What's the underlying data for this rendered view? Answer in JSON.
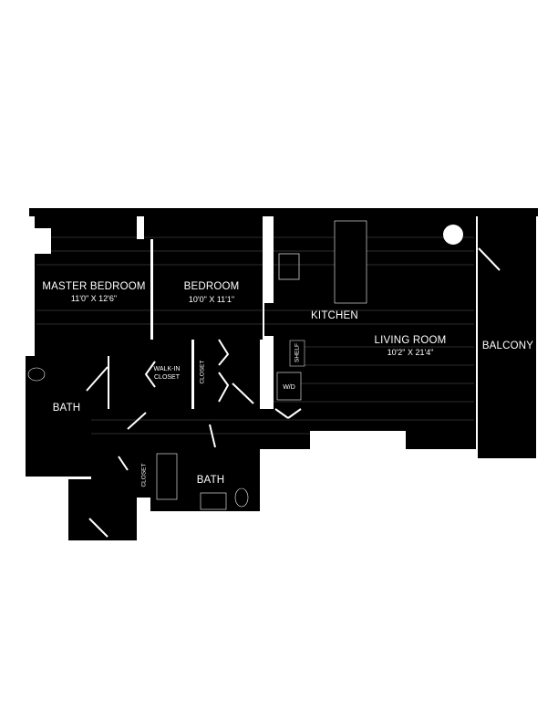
{
  "plan": {
    "rooms": {
      "master_bedroom": {
        "name": "MASTER BEDROOM",
        "size": "11'0\" X 12'6\""
      },
      "bedroom": {
        "name": "BEDROOM",
        "size": "10'0\" X 11'1\""
      },
      "kitchen": {
        "name": "KITCHEN"
      },
      "living_room": {
        "name": "LIVING ROOM",
        "size": "10'2\" X 21'4\""
      },
      "balcony": {
        "name": "BALCONY"
      },
      "bath_master": {
        "name": "BATH"
      },
      "bath_hall": {
        "name": "BATH"
      },
      "walk_in_closet": {
        "name_line1": "WALK-IN",
        "name_line2": "CLOSET"
      },
      "closet_bedroom": {
        "name": "CLOSET"
      },
      "closet_hall": {
        "name": "CLOSET"
      },
      "shelf": {
        "name": "SHELF"
      },
      "washer_dryer": {
        "name": "W/D"
      }
    },
    "colors": {
      "floor": "#000000",
      "background": "#ffffff",
      "lines": "#ffffff"
    }
  }
}
